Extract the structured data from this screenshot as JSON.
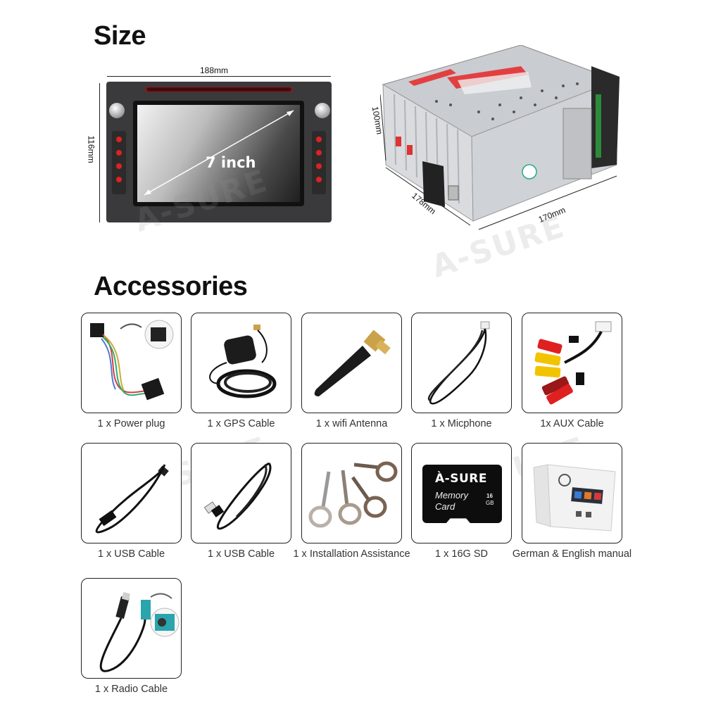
{
  "sections": {
    "size_title": "Size",
    "accessories_title": "Accessories"
  },
  "size": {
    "front": {
      "width_label": "188mm",
      "height_label": "116mm",
      "screen_label": "7 inch"
    },
    "back": {
      "height_label": "100mm",
      "depth_label": "178mm",
      "width_label": "170mm"
    }
  },
  "watermark": "A-SURE",
  "accessories": [
    {
      "label": "1 x Power plug",
      "icon": "power-plug-harness"
    },
    {
      "label": "1 x GPS Cable",
      "icon": "gps-antenna"
    },
    {
      "label": "1 x wifi Antenna",
      "icon": "wifi-antenna"
    },
    {
      "label": "1 x Micphone",
      "icon": "microphone-cable"
    },
    {
      "label": "1x AUX Cable",
      "icon": "rca-aux-cable"
    },
    {
      "label": "1 x USB Cable",
      "icon": "usb-cable"
    },
    {
      "label": "1 x USB Cable",
      "icon": "usb-cable"
    },
    {
      "label": "1 x Installation Assistance",
      "icon": "removal-keys"
    },
    {
      "label": "1 x 16G  SD",
      "icon": "sd-card"
    },
    {
      "label": "German & English manual",
      "icon": "manual"
    },
    {
      "label": "1 x Radio Cable",
      "icon": "radio-antenna-adapter"
    }
  ],
  "sd_card": {
    "brand": "À-SURE",
    "line1": "Memory",
    "line2": "Card",
    "capacity": "16",
    "unit": "GB"
  },
  "colors": {
    "title": "#111111",
    "box_border": "#222222",
    "label_text": "#333333",
    "front_panel": "#3a3a3c",
    "accent_red": "#dd2222"
  }
}
